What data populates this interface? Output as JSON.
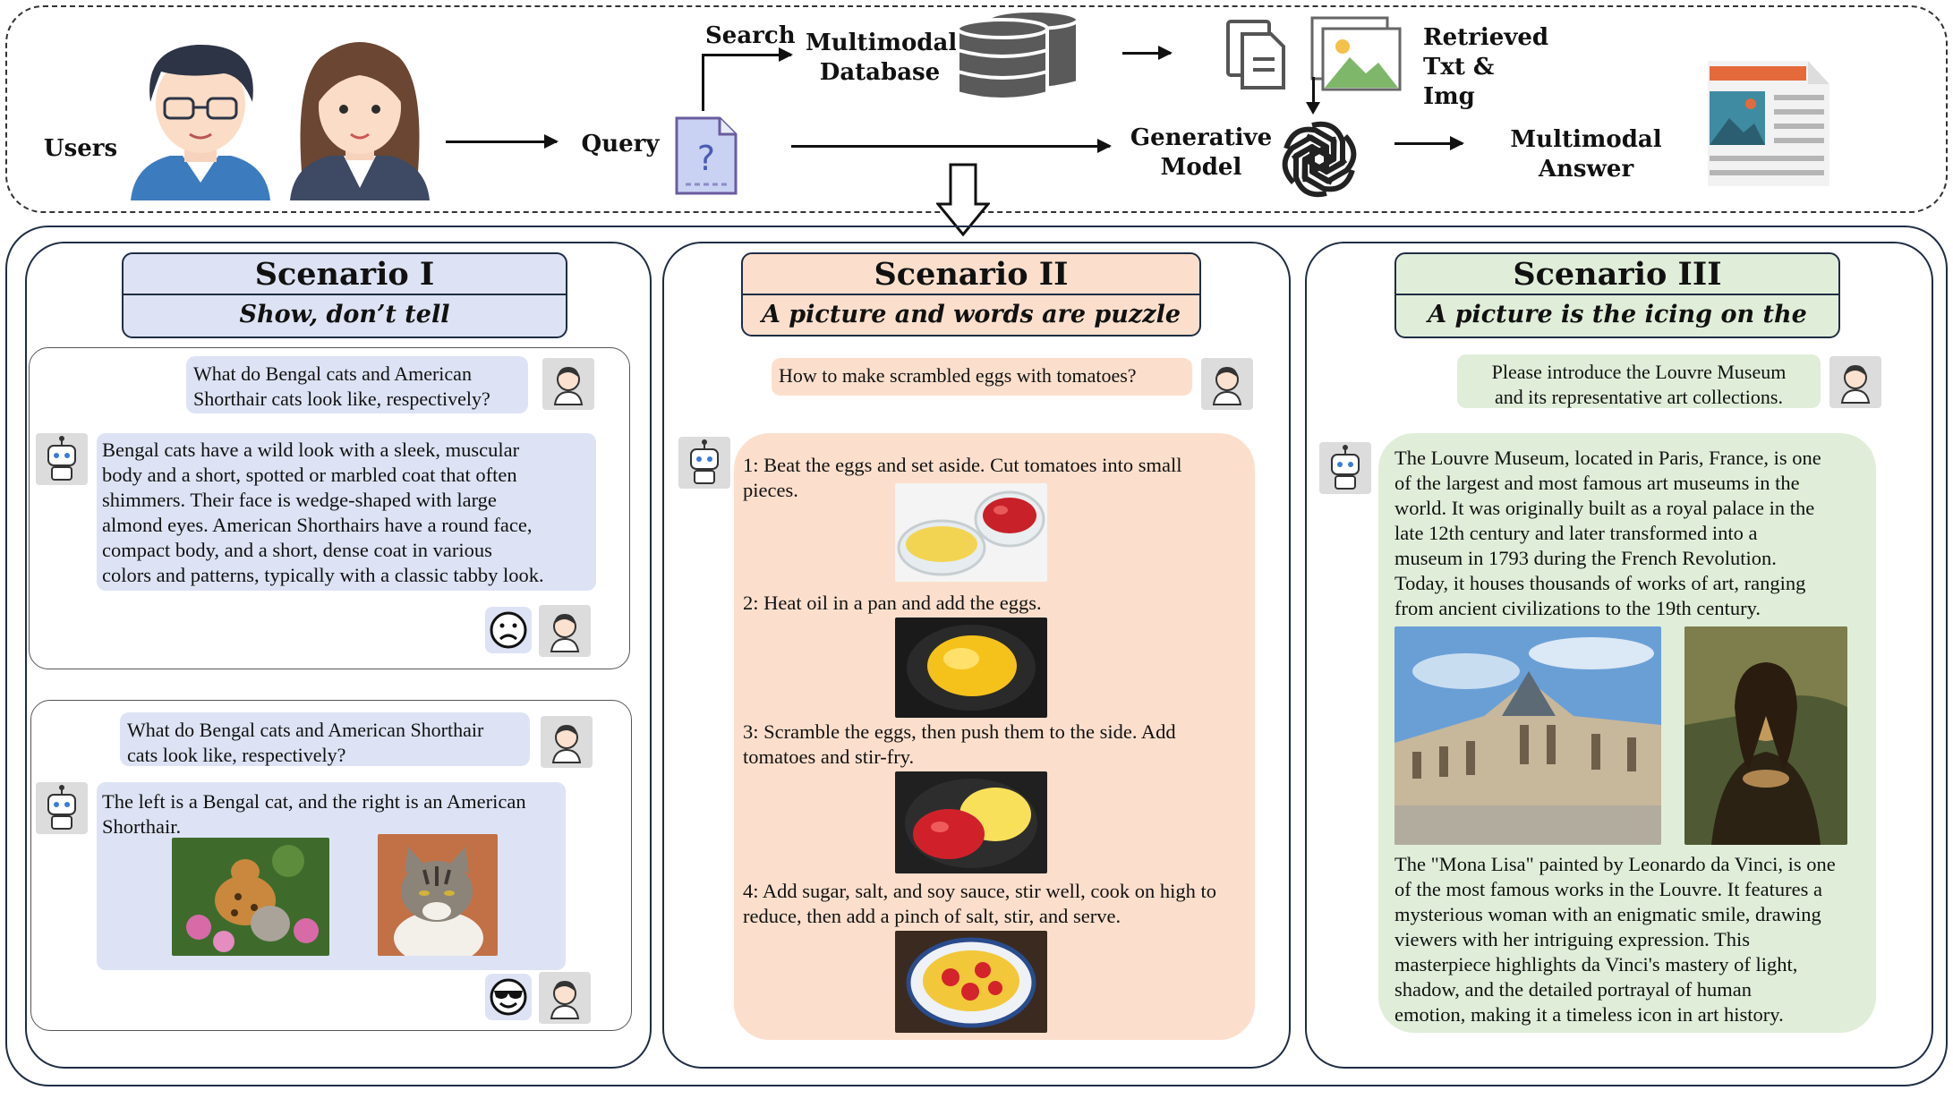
{
  "pipeline": {
    "users": "Users",
    "query": "Query",
    "search": "Search",
    "database": "Multimodal\nDatabase",
    "retrieved": "Retrieved\nTxt & Img",
    "model": "Generative\nModel",
    "answer": "Multimodal\nAnswer"
  },
  "scenario1": {
    "title": "Scenario I",
    "subtitle": "Show, don’t tell",
    "q1": "What do Bengal cats and American\nShorthair cats look like, respectively?",
    "a1": "Bengal cats have a wild look with a sleek, muscular\nbody and a short, spotted or marbled coat that often\nshimmers. Their face is wedge-shaped with large\nalmond eyes.  American Shorthairs have a round face,\ncompact body, and a short, dense coat in various\ncolors and patterns, typically with a classic tabby look.",
    "q2": "What do Bengal cats and American Shorthair\ncats look like, respectively?",
    "a2": "The left is a Bengal cat, and the right is an American\nShorthair."
  },
  "scenario2": {
    "title": "Scenario II",
    "subtitle": "A picture and words are puzzle pieces",
    "q": "How to make scrambled eggs with tomatoes?",
    "steps": [
      "1: Beat the eggs and set aside. Cut tomatoes into small\npieces.",
      "2: Heat oil in a pan and add the eggs.",
      "3: Scramble the eggs, then push them to the side. Add\ntomatoes and stir-fry.",
      "4: Add sugar, salt, and soy sauce, stir well, cook on high to\nreduce, then add a pinch of salt, stir, and serve."
    ]
  },
  "scenario3": {
    "title": "Scenario III",
    "subtitle": "A picture is the icing on the cake",
    "q": "Please introduce the Louvre Museum\nand its representative art collections.",
    "a1": "The Louvre Museum, located in Paris, France, is one\nof the largest and most famous art museums in the\nworld. It was originally built as a royal palace in the\nlate 12th century and later transformed into a\nmuseum in 1793 during the French Revolution.\nToday, it houses thousands of works of art, ranging\nfrom ancient civilizations to the 19th century.",
    "a2": "The \"Mona Lisa\" painted by Leonardo da Vinci, is one\nof the most famous works in the Louvre. It features a\nmysterious woman with an enigmatic smile, drawing\nviewers with her intriguing expression. This\nmasterpiece highlights da Vinci's mastery of light,\nshadow, and the detailed portrayal of human\nemotion, making it a timeless icon in art history."
  },
  "icons": [
    "user-avatar-male-icon",
    "user-avatar-female-icon",
    "query-document-icon",
    "database-icon",
    "text-document-icon",
    "image-icon",
    "openai-logo-icon",
    "article-icon",
    "robot-icon",
    "sad-face-icon",
    "cool-face-icon"
  ]
}
